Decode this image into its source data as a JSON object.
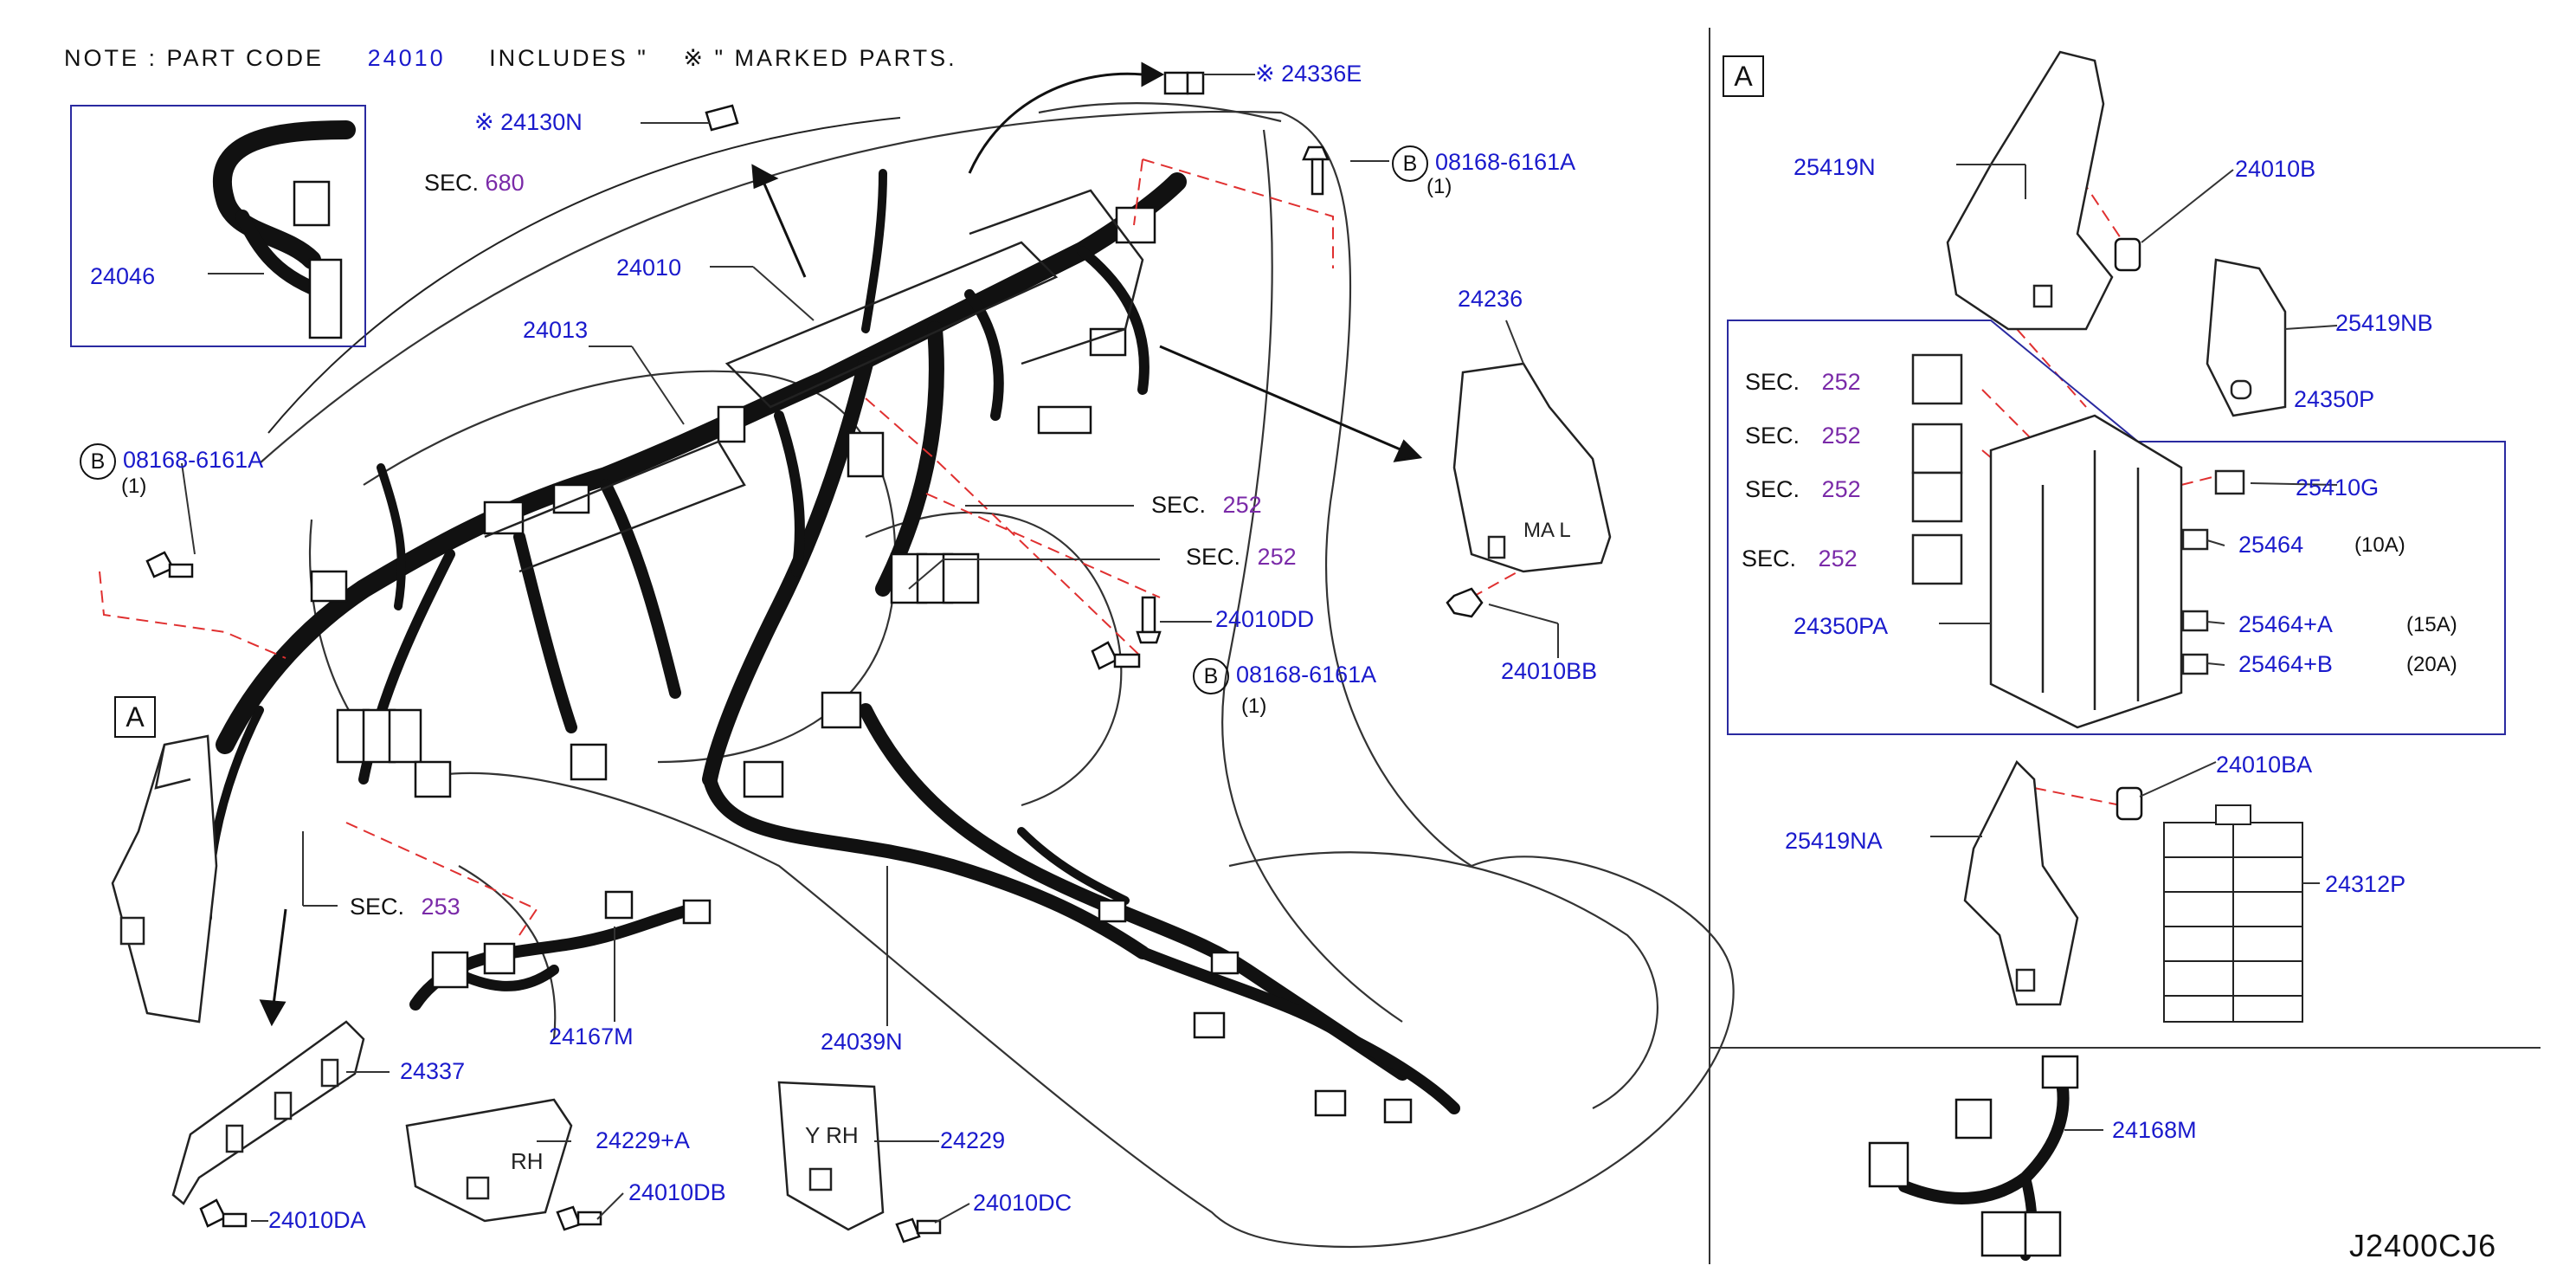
{
  "note": {
    "prefix": "NOTE : PART CODE",
    "part": "24010",
    "includes": "INCLUDES \"",
    "mark": "※",
    "suffix": "\" MARKED PARTS."
  },
  "section_box": "A",
  "diagram_code": "J2400CJ6",
  "icons": {
    "mark": "reference-mark-icon",
    "bolt_circle": "b-circle-icon"
  },
  "labels": {
    "p24130N": "※ 24130N",
    "p24336E": "※ 24336E",
    "sec_word": "SEC.",
    "sec680": "680",
    "sec252": "252",
    "sec253": "253",
    "p24046": "24046",
    "p24010": "24010",
    "p24013": "24013",
    "p24236": "24236",
    "p24010BB": "24010BB",
    "p24010DD": "24010DD",
    "p08168": "08168-6161A",
    "qty1": "(1)",
    "b": "B",
    "p24337": "24337",
    "p24167M": "24167M",
    "p24039N": "24039N",
    "p24229A": "24229+A",
    "p24010DB": "24010DB",
    "p24229": "24229",
    "p24010DC": "24010DC",
    "p24010DA": "24010DA",
    "p25419N": "25419N",
    "p24010B": "24010B",
    "p25419NB": "25419NB",
    "p24350P": "24350P",
    "p25410G": "25410G",
    "p25464": "25464",
    "p25464A": "25464+A",
    "p25464B": "25464+B",
    "amp10": "(10A)",
    "amp15": "(15A)",
    "amp20": "(20A)",
    "p24350PA": "24350PA",
    "p25419NA": "25419NA",
    "p24010BA": "24010BA",
    "p24312P": "24312P",
    "p24168M": "24168M"
  }
}
